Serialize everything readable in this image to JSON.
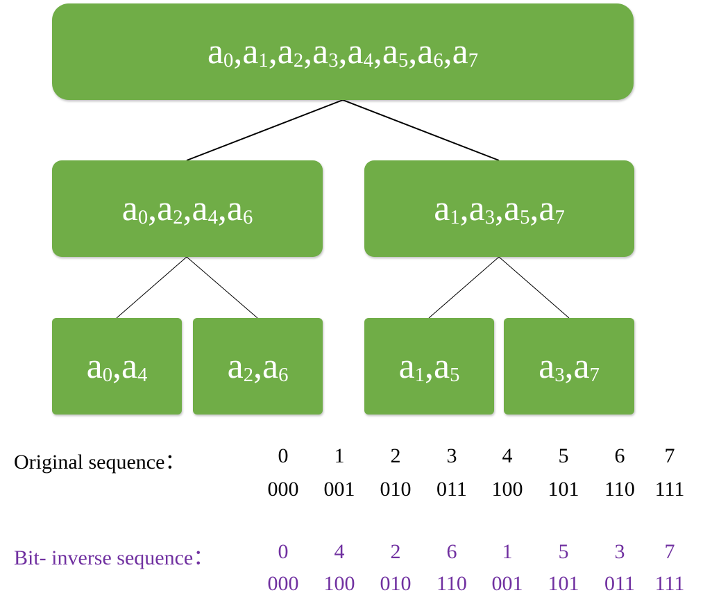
{
  "tree": {
    "root": {
      "items": [
        {
          "b": "a",
          "s": "0"
        },
        {
          "b": "a",
          "s": "1"
        },
        {
          "b": "a",
          "s": "2"
        },
        {
          "b": "a",
          "s": "3"
        },
        {
          "b": "a",
          "s": "4"
        },
        {
          "b": "a",
          "s": "5"
        },
        {
          "b": "a",
          "s": "6"
        },
        {
          "b": "a",
          "s": "7"
        }
      ]
    },
    "left": {
      "items": [
        {
          "b": "a",
          "s": "0"
        },
        {
          "b": "a",
          "s": "2"
        },
        {
          "b": "a",
          "s": "4"
        },
        {
          "b": "a",
          "s": "6"
        }
      ]
    },
    "right": {
      "items": [
        {
          "b": "a",
          "s": "1"
        },
        {
          "b": "a",
          "s": "3"
        },
        {
          "b": "a",
          "s": "5"
        },
        {
          "b": "a",
          "s": "7"
        }
      ]
    },
    "leaves": [
      {
        "items": [
          {
            "b": "a",
            "s": "0"
          },
          {
            "b": "a",
            "s": "4"
          }
        ]
      },
      {
        "items": [
          {
            "b": "a",
            "s": "2"
          },
          {
            "b": "a",
            "s": "6"
          }
        ]
      },
      {
        "items": [
          {
            "b": "a",
            "s": "1"
          },
          {
            "b": "a",
            "s": "5"
          }
        ]
      },
      {
        "items": [
          {
            "b": "a",
            "s": "3"
          },
          {
            "b": "a",
            "s": "7"
          }
        ]
      }
    ]
  },
  "original": {
    "label": "Original sequence：",
    "indices": [
      "0",
      "1",
      "2",
      "3",
      "4",
      "5",
      "6",
      "7"
    ],
    "binary": [
      "000",
      "001",
      "010",
      "011",
      "100",
      "101",
      "110",
      "111"
    ]
  },
  "inverse": {
    "label": "Bit- inverse sequence：",
    "indices": [
      "0",
      "4",
      "2",
      "6",
      "1",
      "5",
      "3",
      "7"
    ],
    "binary": [
      "000",
      "100",
      "010",
      "110",
      "001",
      "101",
      "011",
      "111"
    ]
  },
  "colors": {
    "box": "#70ad47",
    "inverse_text": "#7030a0",
    "original_text": "#000000"
  }
}
